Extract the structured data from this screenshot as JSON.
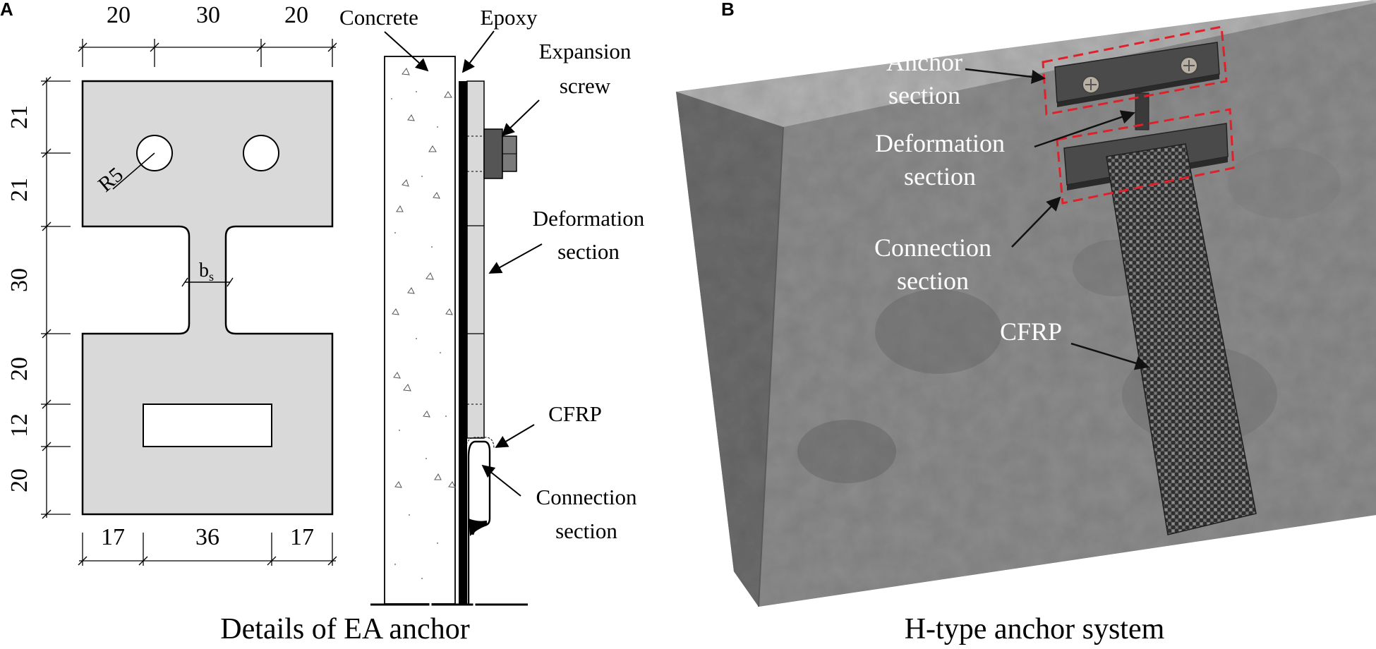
{
  "panels": {
    "a": {
      "letter": "A",
      "caption": "Details of EA anchor",
      "dims_top": [
        "20",
        "30",
        "20"
      ],
      "dims_bottom": [
        "17",
        "36",
        "17"
      ],
      "dims_left": [
        "21",
        "21",
        "30",
        "20",
        "12",
        "20"
      ],
      "hole_radius": "R5",
      "neck_width_base": "b",
      "neck_width_sub": "s",
      "labels": {
        "concrete": "Concrete",
        "epoxy": "Epoxy",
        "expansion_line1": "Expansion",
        "expansion_line2": "screw",
        "deformation_line1": "Deformation",
        "deformation_line2": "section",
        "cfrp": "CFRP",
        "connection_line1": "Connection",
        "connection_line2": "section"
      }
    },
    "b": {
      "letter": "B",
      "caption": "H-type anchor system",
      "labels": {
        "anchor_line1": "Anchor",
        "anchor_line2": "section",
        "deformation_line1": "Deformation",
        "deformation_line2": "section",
        "connection_line1": "Connection",
        "connection_line2": "section",
        "cfrp": "CFRP"
      }
    }
  },
  "colors": {
    "plate_fill": "#d9d9d9",
    "concrete_front": "#8e8e8e",
    "concrete_top": "#b5b5b5",
    "concrete_side": "#6f6f6f",
    "steel_plate": "#4a4a4a",
    "dashed_box": "#e0202a",
    "cfrp_strip": "#3a3a3a"
  }
}
